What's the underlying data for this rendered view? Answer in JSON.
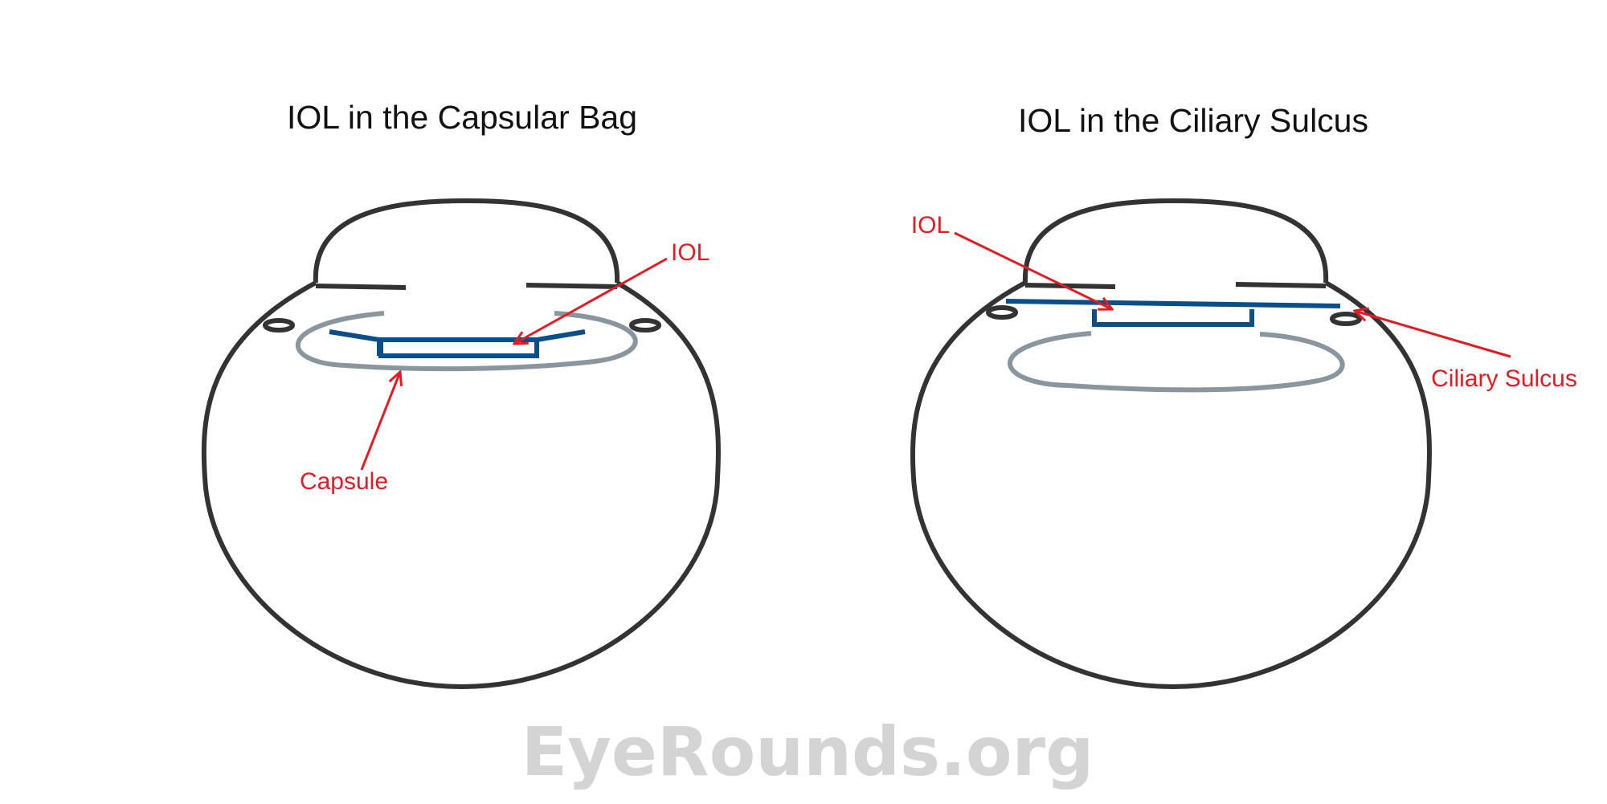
{
  "left_panel": {
    "title": "IOL in the Capsular Bag",
    "labels": {
      "iol": "IOL",
      "capsule": "Capsule"
    }
  },
  "right_panel": {
    "title": "IOL in the Ciliary Sulcus",
    "labels": {
      "iol": "IOL",
      "ciliary_sulcus": "Ciliary Sulcus"
    }
  },
  "watermark": {
    "text": "EyeRounds.org"
  },
  "colors": {
    "outline": "#333333",
    "iol": "#0b4f8a",
    "capsule": "#8a969e",
    "label": "#e41b23",
    "watermark": "#d4d4d4"
  }
}
